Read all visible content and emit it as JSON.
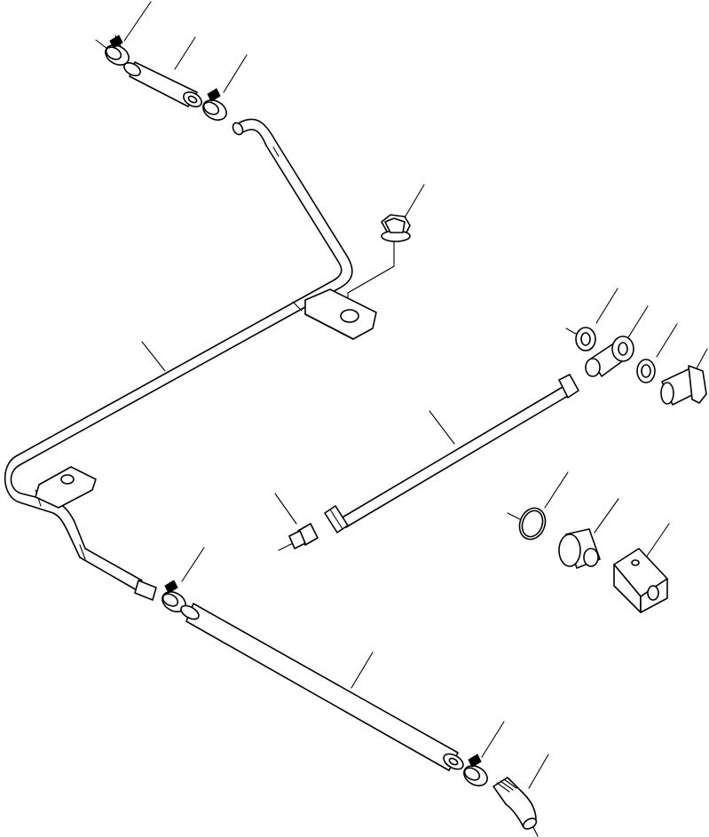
{
  "figure": {
    "kind": "exploded parts diagram",
    "style": "black line art on white background",
    "colors": {
      "line": "#000000",
      "background": "#ffffff"
    },
    "callout_labels_visible": false
  },
  "parts": [
    {
      "id": "hose-clamp-top-left",
      "icon": "hose-clamp-icon"
    },
    {
      "id": "hose-top",
      "icon": "hose-icon"
    },
    {
      "id": "hose-clamp-top-right",
      "icon": "hose-clamp-icon"
    },
    {
      "id": "flange-nut",
      "icon": "nut-icon"
    },
    {
      "id": "formed-tube",
      "icon": "tube-icon"
    },
    {
      "id": "mounting-bracket-upper",
      "icon": "bracket-icon"
    },
    {
      "id": "mounting-bracket-lower",
      "icon": "bracket-icon"
    },
    {
      "id": "hose-clamp-lower",
      "icon": "hose-clamp-icon"
    },
    {
      "id": "hose-long",
      "icon": "hose-icon"
    },
    {
      "id": "hose-clamp-bottom",
      "icon": "hose-clamp-icon"
    },
    {
      "id": "elbow-fitting",
      "icon": "elbow-icon"
    },
    {
      "id": "seal-washer-left",
      "icon": "washer-icon"
    },
    {
      "id": "banjo-fitting",
      "icon": "banjo-icon"
    },
    {
      "id": "seal-washer-right",
      "icon": "washer-icon"
    },
    {
      "id": "banjo-bolt",
      "icon": "bolt-icon"
    },
    {
      "id": "tube-assembly",
      "icon": "tube-icon"
    },
    {
      "id": "connector",
      "icon": "connector-icon"
    },
    {
      "id": "o-ring",
      "icon": "o-ring-icon"
    },
    {
      "id": "adapter",
      "icon": "adapter-icon"
    },
    {
      "id": "block",
      "icon": "block-icon"
    }
  ]
}
